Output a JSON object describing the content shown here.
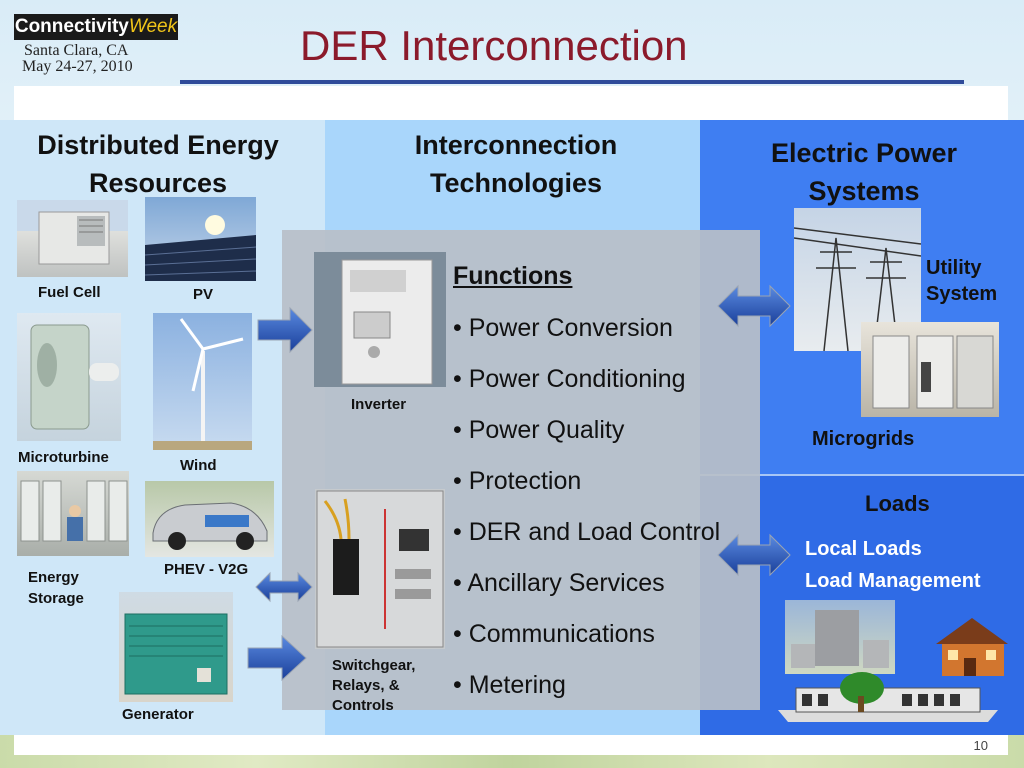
{
  "header": {
    "logo_main": "Connectivity",
    "logo_accent": "Week",
    "location": "Santa Clara, CA",
    "dates": "May 24-27, 2010",
    "title": "DER Interconnection"
  },
  "columns": {
    "der_heading": "Distributed Energy Resources",
    "interconnection_heading": "Interconnection Technologies",
    "eps_heading": "Electric Power Systems"
  },
  "der": {
    "fuel_cell": "Fuel Cell",
    "pv": "PV",
    "microturbine": "Microturbine",
    "wind": "Wind",
    "energy_storage": "Energy Storage",
    "phev": "PHEV - V2G",
    "generator": "Generator"
  },
  "interconnection": {
    "inverter": "Inverter",
    "switchgear": "Switchgear, Relays, & Controls",
    "functions_title": "Functions",
    "functions": [
      "• Power Conversion",
      "• Power Conditioning",
      "• Power Quality",
      "• Protection",
      "• DER and Load Control",
      "• Ancillary Services",
      "• Communications",
      "• Metering"
    ]
  },
  "eps": {
    "utility": "Utility System",
    "microgrids": "Microgrids",
    "loads_heading": "Loads",
    "local_loads": "Local Loads",
    "load_management": "Load Management"
  },
  "page_number": "10",
  "colors": {
    "title": "#8b1a2b",
    "arrow": "#1f4fb3",
    "eps_background": "#3f7ef2"
  }
}
